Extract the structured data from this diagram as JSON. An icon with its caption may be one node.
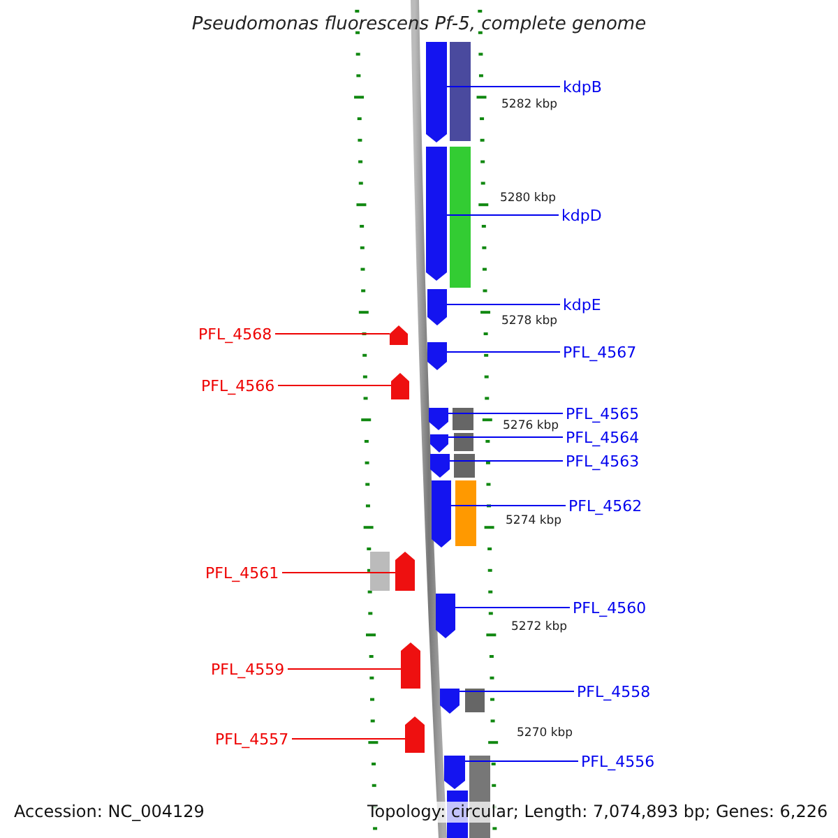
{
  "diagram": {
    "title": "Pseudomonas fluorescens Pf-5, complete genome",
    "nodes": [
      {
        "text": [
          "kdpB"
        ]
      },
      {
        "text": [],
        "shape": "pentagon"
      },
      {
        "text": [
          "kdpD"
        ]
      },
      {
        "text": [],
        "shape": "pentagon"
      },
      {
        "text": [
          "kdpE"
        ]
      },
      {
        "text": [],
        "shape": "pentagon"
      },
      {
        "text": [
          "PFL_4568"
        ]
      },
      {
        "text": [],
        "shape": "pentagon"
      },
      {
        "text": [
          "PFL_4567"
        ]
      },
      {
        "text": [],
        "shape": "pentagon"
      },
      {
        "text": [
          "PFL_4566"
        ]
      },
      {
        "text": [],
        "shape": "pentagon"
      },
      {
        "text": [
          "PFL_4565"
        ]
      },
      {
        "text": [],
        "shape": "pentagon"
      },
      {
        "text": [
          "PFL_4564"
        ]
      },
      {
        "text": [],
        "shape": "pentagon"
      },
      {
        "text": [
          "PFL_4563"
        ]
      },
      {
        "text": [],
        "shape": "pentagon"
      },
      {
        "text": [
          "PFL_4562"
        ]
      },
      {
        "text": [],
        "shape": "pentagon"
      },
      {
        "text": [
          "PFL_4561"
        ]
      },
      {
        "text": [],
        "shape": "pentagon"
      },
      {
        "text": [
          "PFL_4560"
        ]
      },
      {
        "text": [],
        "shape": "pentagon"
      },
      {
        "text": [
          "PFL_4559"
        ]
      },
      {
        "text": [],
        "shape": "pentagon"
      },
      {
        "text": [
          "PFL_4558"
        ]
      },
      {
        "text": [],
        "shape": "pentagon"
      },
      {
        "text": [
          "PFL_4557"
        ]
      },
      {
        "text": [],
        "shape": "pentagon"
      },
      {
        "text": [
          "PFL_4556"
        ]
      },
      {
        "text": [],
        "shape": "pentagon"
      }
    ],
    "edges": [
      {
        "from": 0,
        "to": 1,
        "arrow": "none"
      },
      {
        "from": 2,
        "to": 3,
        "arrow": "none"
      },
      {
        "from": 4,
        "to": 5,
        "arrow": "none"
      },
      {
        "from": 6,
        "to": 7,
        "arrow": "none",
        "color": "#ee0000"
      },
      {
        "from": 8,
        "to": 9,
        "arrow": "none"
      },
      {
        "from": 10,
        "to": 11,
        "arrow": "none",
        "color": "#ee0000"
      },
      {
        "from": 12,
        "to": 13,
        "arrow": "none"
      },
      {
        "from": 14,
        "to": 15,
        "arrow": "none"
      },
      {
        "from": 16,
        "to": 17,
        "arrow": "none"
      },
      {
        "from": 18,
        "to": 19,
        "arrow": "none"
      },
      {
        "from": 20,
        "to": 21,
        "arrow": "none",
        "color": "#ee0000"
      },
      {
        "from": 22,
        "to": 23,
        "arrow": "none"
      },
      {
        "from": 24,
        "to": 25,
        "arrow": "none",
        "color": "#ee0000"
      },
      {
        "from": 26,
        "to": 27,
        "arrow": "none"
      },
      {
        "from": 28,
        "to": 29,
        "arrow": "none",
        "color": "#ee0000"
      },
      {
        "from": 30,
        "to": 31,
        "arrow": "none"
      }
    ],
    "labels": [
      "5282 kbp",
      "5280 kbp",
      "5278 kbp",
      "5276 kbp",
      "5274 kbp",
      "5272 kbp",
      "5270 kbp",
      "Accession: NC_004129",
      "Topology: circular; Length: 7,074,893 bp; Genes: 6,226"
    ]
  }
}
